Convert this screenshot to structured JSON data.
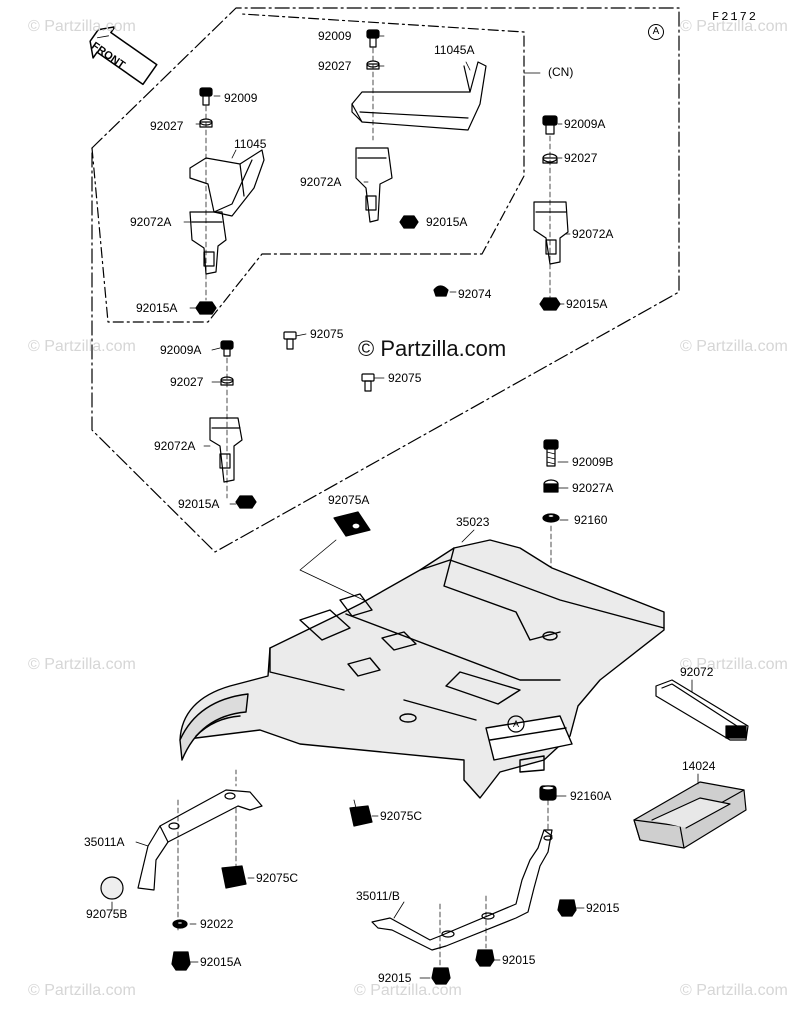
{
  "diagram": {
    "ref_code": "F2172",
    "front_label": "FRONT",
    "view_marker": "A",
    "region_label": "(CN)",
    "watermark_center": "© Partzilla.com",
    "watermark_tile": "© Partzilla.com",
    "parts": {
      "p92009_a": "92009",
      "p92027_a": "92027",
      "p11045A": "11045A",
      "p92072A_a": "92072A",
      "p92015A_a": "92015A",
      "p92009_b": "92009",
      "p92027_b": "92027",
      "p11045": "11045",
      "p92072A_b": "92072A",
      "p92015A_b": "92015A",
      "p92009A_a": "92009A",
      "p92027_c": "92027",
      "p92072A_c": "92072A",
      "p92015A_c": "92015A",
      "p92074": "92074",
      "p92075_a": "92075",
      "p92009A_b": "92009A",
      "p92027_d": "92027",
      "p92075_b": "92075",
      "p92072A_d": "92072A",
      "p92015A_d": "92015A",
      "p92075A": "92075A",
      "p35023": "35023",
      "p92009B": "92009B",
      "p92027A": "92027A",
      "p92160": "92160",
      "p92072": "92072",
      "p14024": "14024",
      "p92160A": "92160A",
      "p92075C_a": "92075C",
      "p35011A": "35011A",
      "p92075C_b": "92075C",
      "p92075B": "92075B",
      "p92022": "92022",
      "p92015A_e": "92015A",
      "p35011B": "35011/B",
      "p92015_a": "92015",
      "p92015_b": "92015",
      "p92015_c": "92015"
    }
  }
}
